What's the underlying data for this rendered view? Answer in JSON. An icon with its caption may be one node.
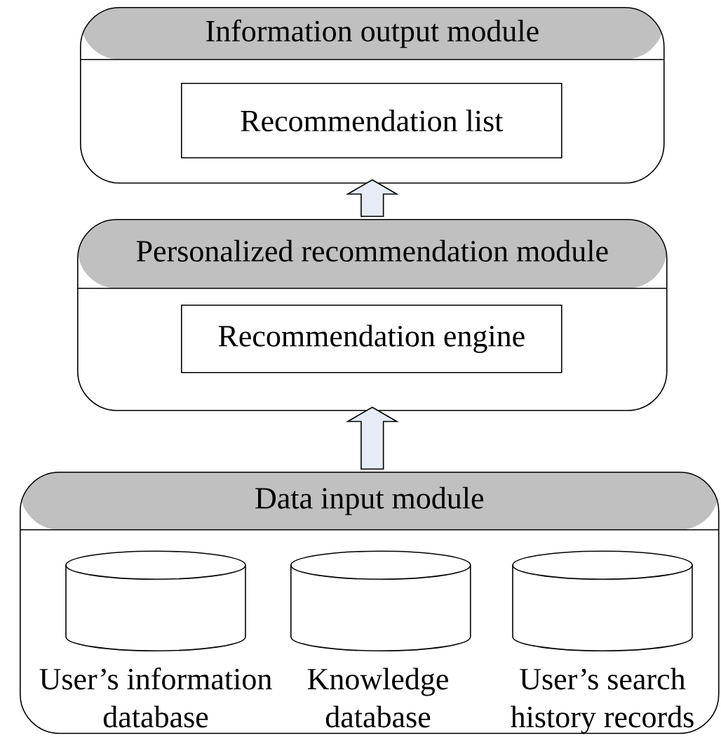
{
  "diagram": {
    "nodes": [
      {
        "text": [
          "Information output module"
        ]
      },
      {
        "text": [
          "Recommendation list"
        ],
        "in": 0
      },
      {
        "text": [
          "Personalized recommendation module"
        ]
      },
      {
        "text": [
          "Recommendation engine"
        ],
        "in": 2
      },
      {
        "text": [
          "Data input module"
        ]
      },
      {
        "text": [
          "User’s information database"
        ],
        "in": 4
      },
      {
        "text": [
          "Knowledge database"
        ],
        "in": 4
      },
      {
        "text": [
          "User’s search history records"
        ],
        "in": 4
      }
    ],
    "edges": [
      {
        "from": 4,
        "to": 2,
        "arrow": "to"
      },
      {
        "from": 2,
        "to": 0,
        "arrow": "to"
      }
    ]
  }
}
